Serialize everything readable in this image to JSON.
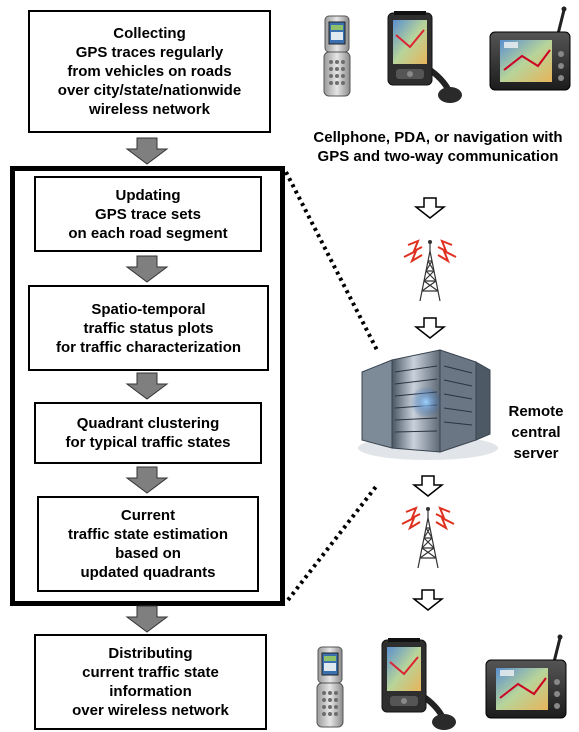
{
  "steps": {
    "collecting": [
      "Collecting",
      "GPS traces regularly",
      "from vehicles on roads",
      "over city/state/nationwide",
      "wireless network"
    ],
    "updating": [
      "Updating",
      "GPS trace sets",
      "on each road segment"
    ],
    "spatiotemporal": [
      "Spatio-temporal",
      "traffic status plots",
      "for traffic characterization"
    ],
    "quadrant": [
      "Quadrant clustering",
      "for typical traffic states"
    ],
    "current": [
      "Current",
      "traffic state estimation",
      "based on",
      "updated quadrants"
    ],
    "distributing": [
      "Distributing",
      "current traffic state",
      "information",
      "over wireless network"
    ]
  },
  "devices_caption": [
    "Cellphone, PDA, or navigation",
    "with GPS and two-way",
    "communication"
  ],
  "server_label": [
    "Remote",
    "central",
    "server"
  ],
  "icons": [
    "cellphone-icon",
    "pda-icon",
    "navigation-device-icon",
    "antenna-tower-icon",
    "server-icon"
  ],
  "colors": {
    "arrow_fill": "#7f7f7f",
    "signal_red": "#e03020",
    "screen_blue": "#3a6fb0"
  }
}
